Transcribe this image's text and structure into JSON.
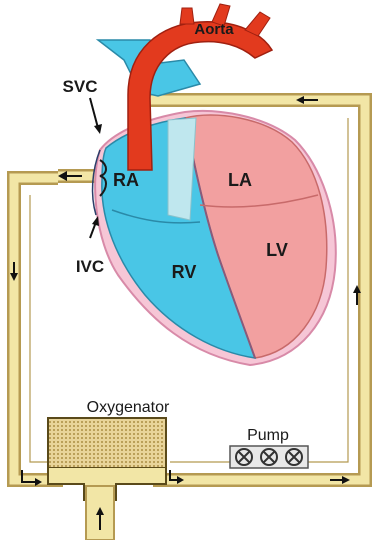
{
  "labels": {
    "aorta": "Aorta",
    "svc": "SVC",
    "ivc": "IVC",
    "ra": "RA",
    "la": "LA",
    "rv": "RV",
    "lv": "LV",
    "oxygenator": "Oxygenator",
    "pump": "Pump"
  },
  "colors": {
    "tube_fill": "#f2e6a6",
    "tube_stroke": "#b59a52",
    "aorta": "#e23a1e",
    "right_heart": "#49c6e6",
    "left_heart": "#f2a0a0",
    "pericardium": "#f6c6d6",
    "oxygenator": "#c9a44a"
  },
  "icons": {
    "flow_arrow": "arrow-icon",
    "pump_wheel": "roller-icon"
  }
}
